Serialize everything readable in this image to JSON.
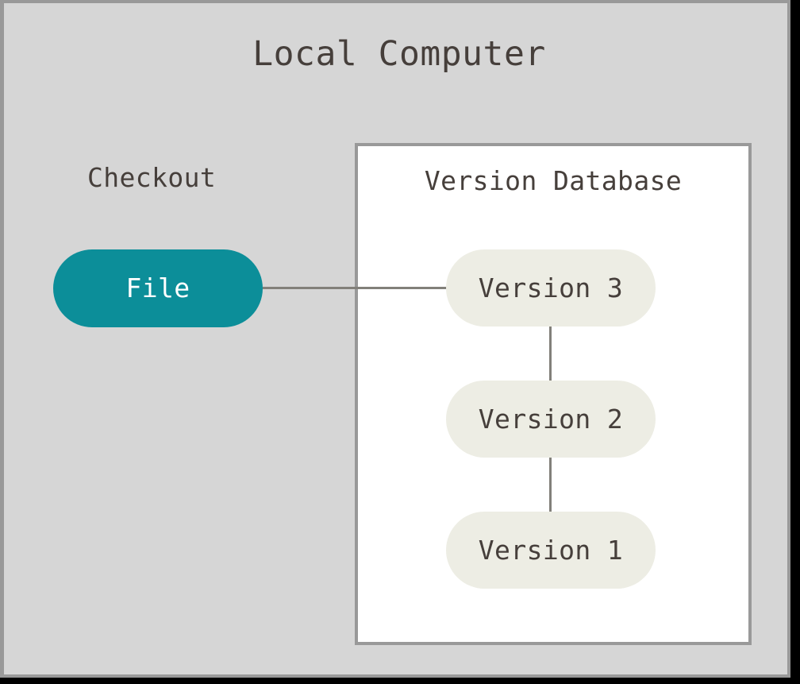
{
  "diagram": {
    "title": "Local Computer",
    "checkout": {
      "label": "Checkout",
      "file_node": "File"
    },
    "database": {
      "title": "Version Database",
      "versions": [
        {
          "label": "Version 3"
        },
        {
          "label": "Version 2"
        },
        {
          "label": "Version 1"
        }
      ]
    },
    "colors": {
      "canvas_background": "#D6D6D6",
      "frame_border": "#999999",
      "database_background": "#FFFFFF",
      "file_node_fill": "#0C8E99",
      "file_node_text": "#FFFFFF",
      "version_node_fill": "#EDEDE4",
      "text": "#463F3B",
      "connector": "#82807A",
      "matte": "#000000"
    }
  }
}
